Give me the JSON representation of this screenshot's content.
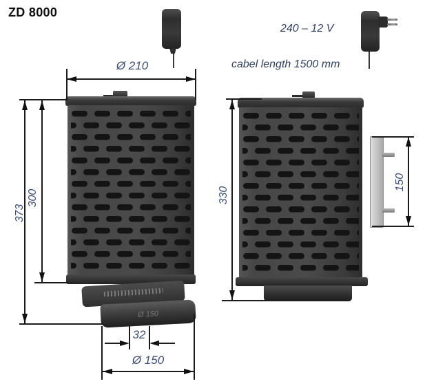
{
  "title": "ZD 8000",
  "power": {
    "voltage_label": "240 – 12 V",
    "cable_label": "cabel length 1500 mm"
  },
  "front_view": {
    "width_dim": "Ø 210",
    "total_height_dim": "373",
    "body_height_dim": "300",
    "outlet_width_dim": "32",
    "base_diameter_dim": "Ø 150",
    "base_marking": "Ø 150"
  },
  "side_view": {
    "height_dim": "330",
    "bracket_height_dim": "150"
  }
}
